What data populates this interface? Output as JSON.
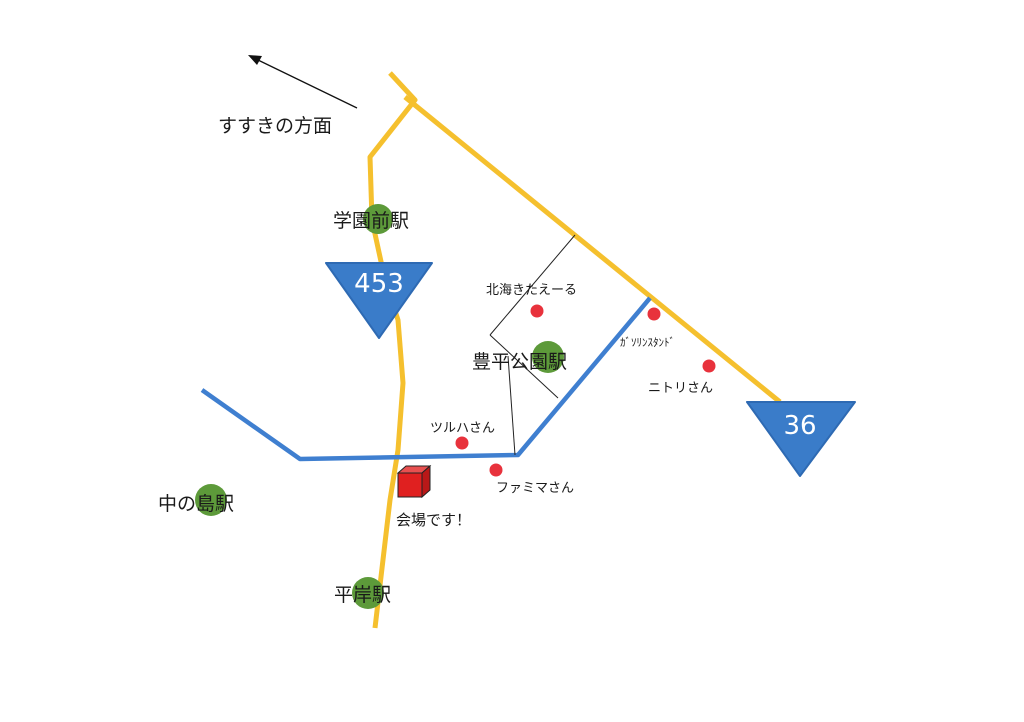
{
  "title": {
    "direction_label": "すすきの方面"
  },
  "stations": {
    "gakuenmae": "学園前駅",
    "toyohira_koen": "豊平公園駅",
    "nakanoshima": "中の島駅",
    "hiragishi": "平岸駅"
  },
  "routes": {
    "r453": "453",
    "r36": "36"
  },
  "landmarks": {
    "hokkai_kitaeru": "北海きたえーる",
    "gas_station": "ｶﾞｿﾘﾝｽﾀﾝﾄﾞ",
    "nitori": "ニトリさん",
    "tsuruha": "ツルハさん",
    "familymart": "ファミマさん"
  },
  "venue": {
    "label": "会場です！"
  },
  "colors": {
    "road_yellow": "#f5c02e",
    "road_blue": "#3f7fd0",
    "station_green": "#5d9a3a",
    "landmark_red": "#e8323c",
    "venue_red": "#e02020",
    "route_sign_blue": "#3a7cc9"
  }
}
